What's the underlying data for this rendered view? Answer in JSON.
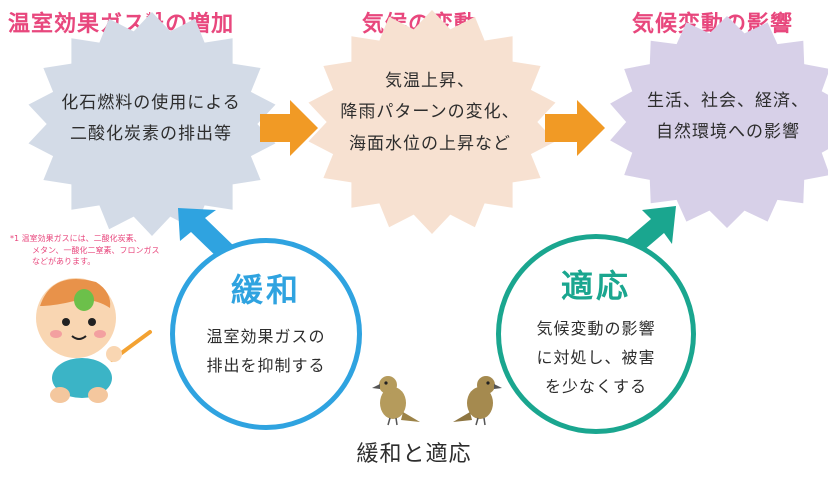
{
  "headings": {
    "ghg": "温室効果ガス",
    "ghg_mark": "*1",
    "ghg_suffix": "の増加",
    "climate": "気候の変動",
    "impact": "気候変動の影響"
  },
  "bursts": {
    "ghg": [
      "化石燃料の使用による",
      "二酸化炭素の排出等"
    ],
    "climate": [
      "気温上昇、",
      "降雨パターンの変化、",
      "海面水位の上昇など"
    ],
    "impact": [
      "生活、社会、経済、",
      "自然環境への影響"
    ]
  },
  "circles": {
    "mitigation": {
      "title": "緩和",
      "body": [
        "温室効果ガスの",
        "排出を抑制する"
      ]
    },
    "adaptation": {
      "title": "適応",
      "body": [
        "気候変動の影響",
        "に対処し、被害",
        "を少なくする"
      ]
    }
  },
  "footnote": [
    "*1 温室効果ガスには、二酸化炭素、",
    "メタン、一酸化二窒素、フロンガス",
    "などがあります。"
  ],
  "caption": "緩和と適応",
  "colors": {
    "heading": "#e8477d",
    "burst_ghg": "#d3dbe7",
    "burst_climate": "#f7e1d1",
    "burst_impact": "#d7d0e8",
    "arrow_orange": "#f19a25",
    "mitigation": "#2fa3e0",
    "adaptation": "#1aa68f",
    "bird": "#a58a4f"
  }
}
